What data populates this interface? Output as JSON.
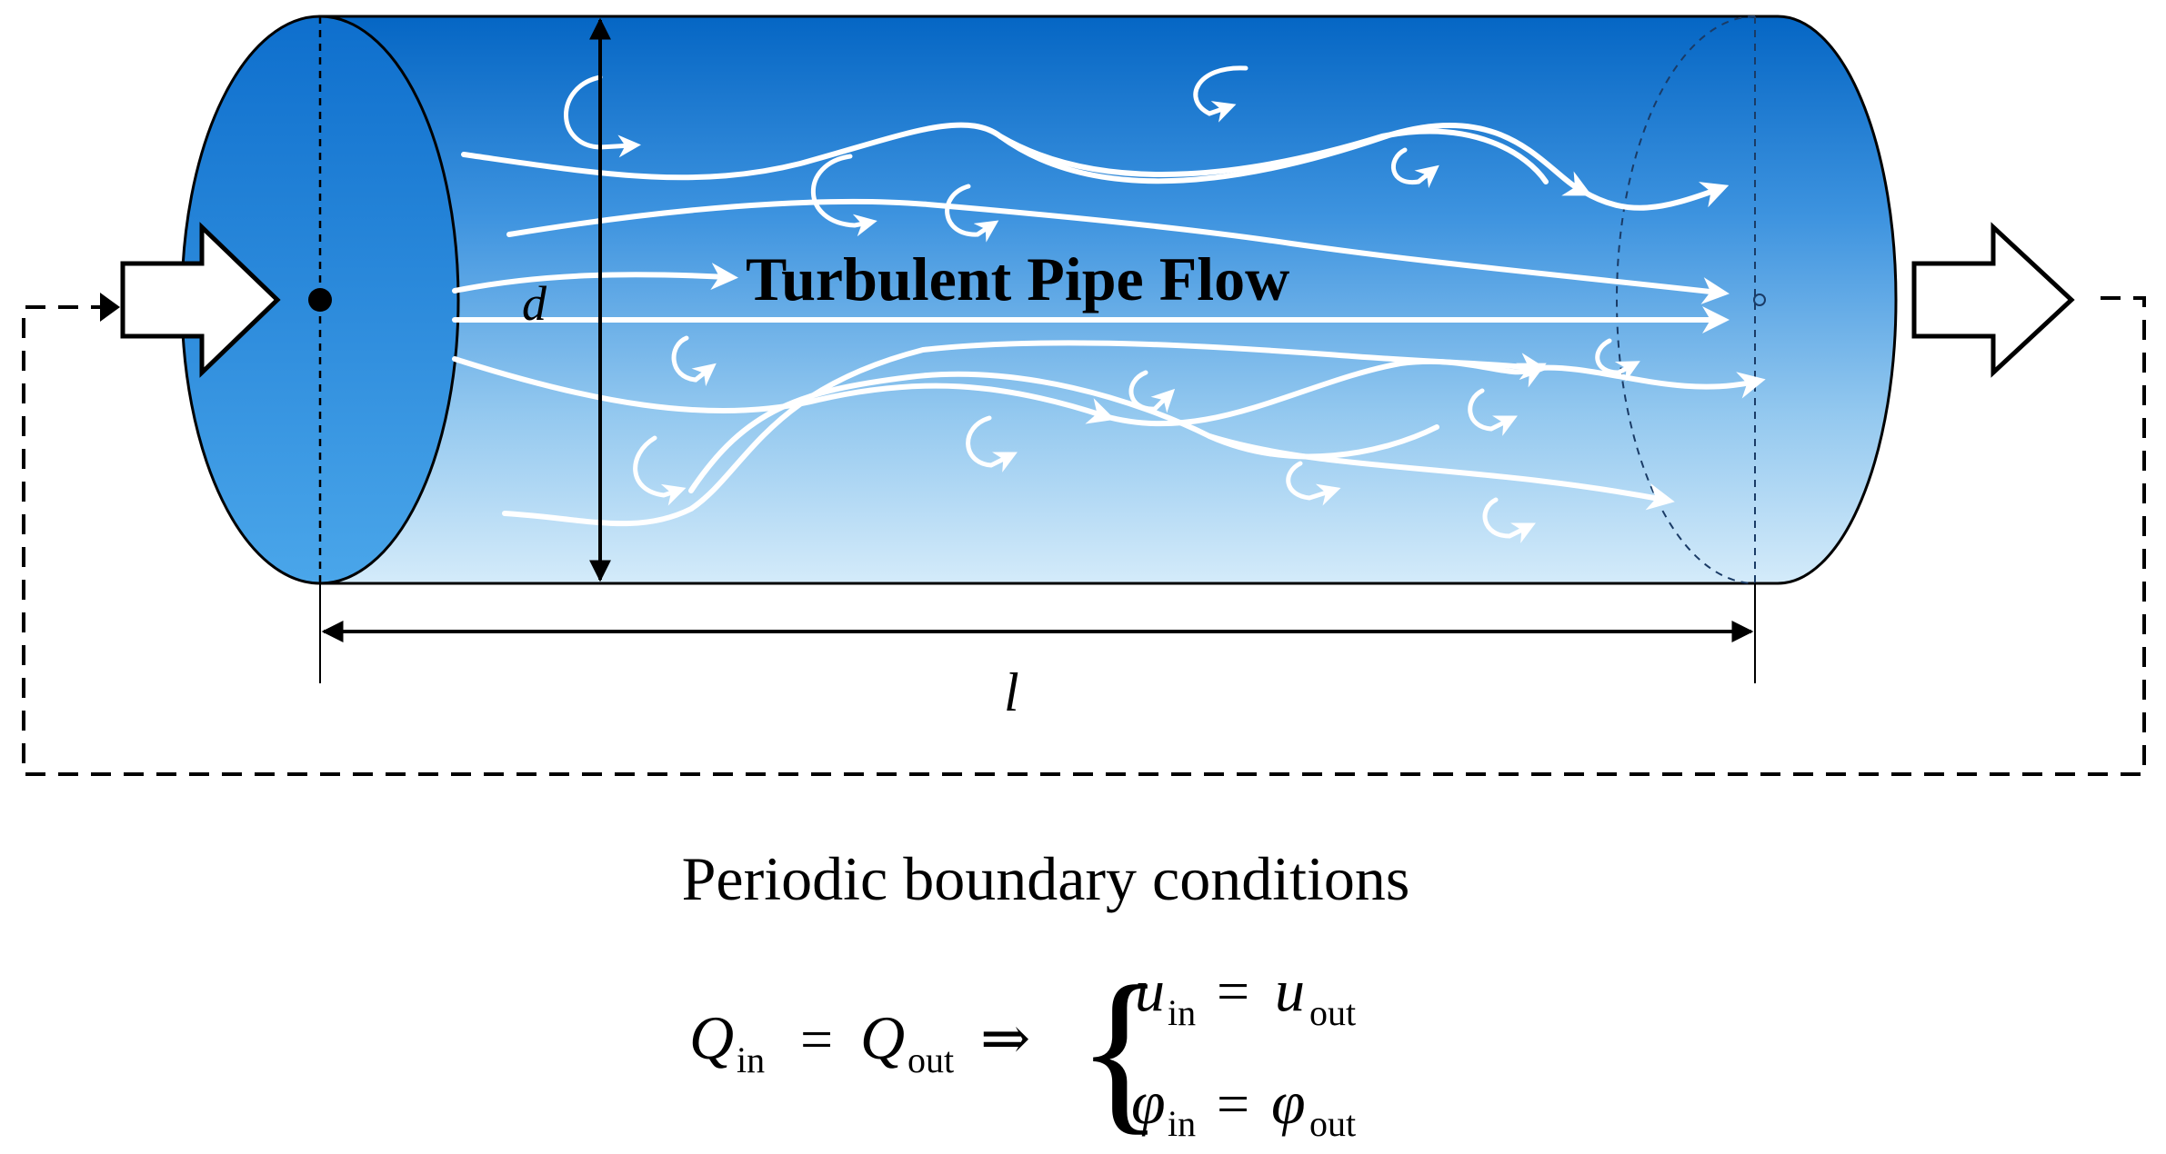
{
  "diagram": {
    "title": "Turbulent Pipe Flow",
    "diameter_label": "d",
    "length_label": "l",
    "caption": "Periodic boundary conditions",
    "equation": {
      "lhs_symbol": "Q",
      "lhs_sub": "in",
      "rhs_symbol": "Q",
      "rhs_sub": "out",
      "implies": "⇒",
      "brace": "{",
      "eq1": {
        "left_symbol": "u",
        "left_sub": "in",
        "right_symbol": "u",
        "right_sub": "out"
      },
      "eq2": {
        "left_symbol": "φ",
        "left_sub": "in",
        "right_symbol": "φ",
        "right_sub": "out"
      },
      "equals": "="
    },
    "colors": {
      "pipe_top": "#0a6cc8",
      "pipe_bottom": "#cfe7f8",
      "cap_fill": "#1f7fd8",
      "stroke": "#000000",
      "streamline": "#ffffff"
    }
  }
}
